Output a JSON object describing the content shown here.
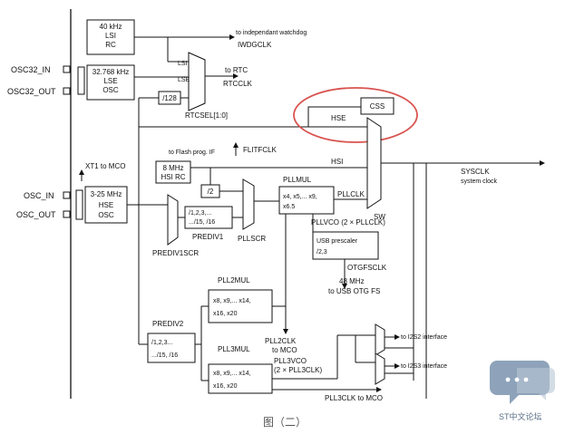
{
  "inputs": {
    "osc32_in": "OSC32_IN",
    "osc32_out": "OSC32_OUT",
    "osc_in": "OSC_IN",
    "osc_out": "OSC_OUT"
  },
  "blocks": {
    "lsi": [
      "40 kHz",
      "LSI",
      "RC"
    ],
    "lse": [
      "32.768 kHz",
      "LSE",
      "OSC"
    ],
    "div128": "/128",
    "css": "CSS",
    "hsi": [
      "8 MHz",
      "HSI RC"
    ],
    "div2": "/2",
    "hse": [
      "3-25 MHz",
      "HSE",
      "OSC"
    ],
    "prediv1": [
      "/1,2,3,...",
      ".../15, /16"
    ],
    "pllmul": [
      "x4, x5,... x9,",
      "x6.5"
    ],
    "usb_prescaler": [
      "USB prescaler",
      "/2,3"
    ],
    "pll2mul": [
      "x8, x9,... x14,",
      "x16, x20"
    ],
    "prediv2": [
      "/1,2,3...",
      ".../15, /16"
    ],
    "pll3mul": [
      "x8, x9,... x14,",
      "x16, x20"
    ]
  },
  "labels": {
    "iwdg_to": "to independant watchdog",
    "iwdgclk": "IWDGCLK",
    "lsi_mux": "LSI",
    "lse_mux": "LSE",
    "to_rtc": "to RTC",
    "rtcclk": "RTCCLK",
    "rtcsel": "RTCSEL[1:0]",
    "hse_line": "HSE",
    "to_flash": "to Flash prog. IF",
    "flitfclk": "FLITFCLK",
    "hsi_line": "HSI",
    "xt1_mco": "XT1 to MCO",
    "sysclk": "SYSCLK",
    "system_clock": "system clock",
    "pllmul": "PLLMUL",
    "pllclk": "PLLCLK",
    "sw": "SW",
    "pllvco": "PLLVCO (2 × PLLCLK)",
    "prediv1": "PREDIV1",
    "pllscr": "PLLSCR",
    "prediv1scr": "PREDIV1SCR",
    "otgfsclk": "OTGFSCLK",
    "usb_48": "48 MHz",
    "to_usb": "to USB OTG FS",
    "pll2mul": "PLL2MUL",
    "prediv2": "PREDIV2",
    "pll2clk": "PLL2CLK",
    "to_mco": "to MCO",
    "pll3mul": "PLL3MUL",
    "pll3vco": "PLL3VCO",
    "pll3vco_formula": "(2 × PLL3CLK)",
    "pll3clk_to_mco": "PLL3CLK to MCO",
    "i2s2": "to I2S2 interface",
    "i2s3": "to I2S3 interface"
  },
  "caption": "图（二）",
  "watermark": "ST中文论坛",
  "colors": {
    "line": "#111111",
    "highlight": "#d9534f",
    "watermark": "#8ea3ba"
  }
}
